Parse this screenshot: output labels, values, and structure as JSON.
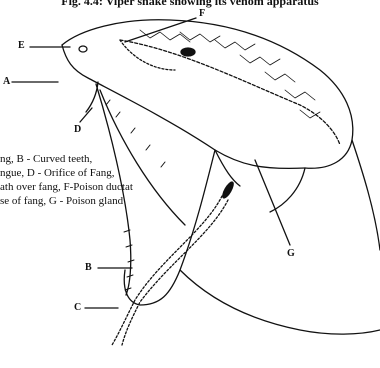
{
  "figure": {
    "title": "Fig. 4.4: Viper snake showing its venom apparatus",
    "labels": {
      "a": "A",
      "b": "B",
      "c": "C",
      "d": "D",
      "e": "E",
      "f": "F",
      "g": "G"
    },
    "legend": [
      "ng, B - Curved teeth,",
      "ngue, D - Orifice of Fang,",
      "ath over fang, F-Poison ductat",
      "se of fang, G - Poison gland"
    ]
  }
}
